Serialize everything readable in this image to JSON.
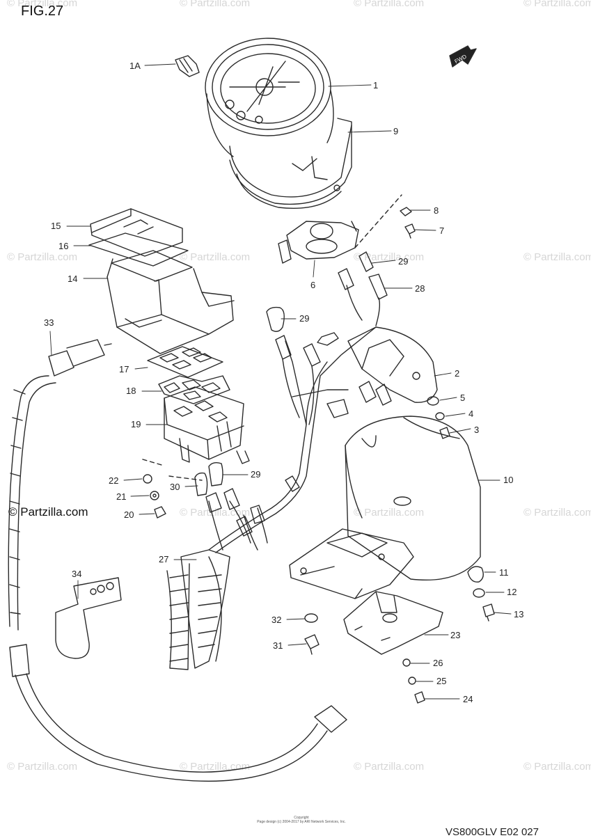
{
  "figure_title": "FIG.27",
  "watermark_text": "© Partzilla.com",
  "brand_watermark": "© Partzilla.com",
  "model_code": "VS800GLV E02 027",
  "copyright_line1": "Copyright",
  "copyright_line2": "Page design (c) 2004-2017 by ARI Network Services, Inc.",
  "arrow_label": "FWD",
  "callouts": {
    "c1A": "1A",
    "c1": "1",
    "c9": "9",
    "c8": "8",
    "c7": "7",
    "c15": "15",
    "c16": "16",
    "c14": "14",
    "c6": "6",
    "c29a": "29",
    "c28": "28",
    "c29b": "29",
    "c33": "33",
    "c17": "17",
    "c2": "2",
    "c18": "18",
    "c5": "5",
    "c4": "4",
    "c19": "19",
    "c3": "3",
    "c10": "10",
    "c22": "22",
    "c29c": "29",
    "c30": "30",
    "c21": "21",
    "c20": "20",
    "c27": "27",
    "c34": "34",
    "c11": "11",
    "c12": "12",
    "c13": "13",
    "c32": "32",
    "c23": "23",
    "c31": "31",
    "c26": "26",
    "c25": "25",
    "c24": "24"
  },
  "colors": {
    "line": "#2a2a2a",
    "watermark": "#d6d6d6"
  }
}
